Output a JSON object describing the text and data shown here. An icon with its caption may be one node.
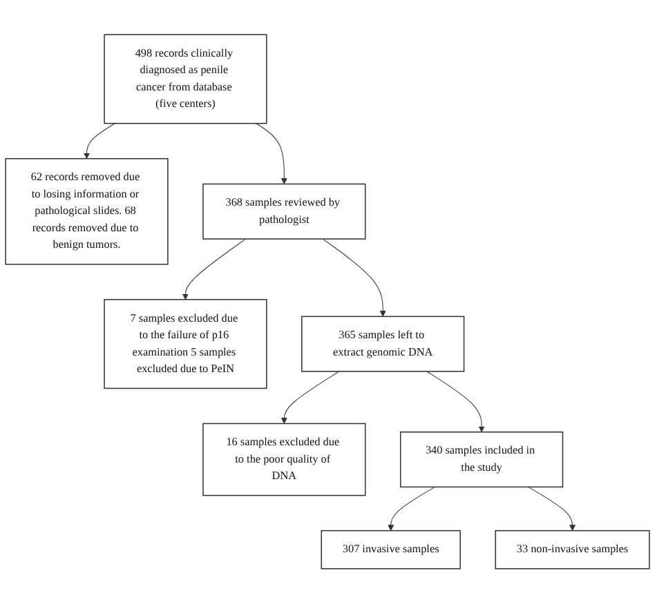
{
  "diagram": {
    "nodes": [
      {
        "text": [
          "498 records clinically diagnosed as penile cancer from database (five centers)"
        ]
      },
      {
        "text": [
          "62 records removed due to losing information or pathological slides. 68 records removed due to benign tumors."
        ]
      },
      {
        "text": [
          "368 samples reviewed by pathologist"
        ]
      },
      {
        "text": [
          "7 samples excluded due to the failure of p16 examination 5 samples excluded due to PeIN"
        ]
      },
      {
        "text": [
          "365 samples left to extract genomic DNA"
        ]
      },
      {
        "text": [
          "16 samples excluded due to the poor quality of DNA"
        ]
      },
      {
        "text": [
          "340 samples included in the study"
        ]
      },
      {
        "text": [
          "307 invasive samples"
        ]
      },
      {
        "text": [
          "33 non-invasive samples"
        ]
      }
    ],
    "edges": [
      {
        "from": 0,
        "to": 2,
        "arrow": "to"
      },
      {
        "from": 0,
        "to": 1,
        "arrow": "to"
      },
      {
        "from": 2,
        "to": 4,
        "arrow": "to"
      },
      {
        "from": 2,
        "to": 3,
        "arrow": "to"
      },
      {
        "from": 4,
        "to": 6,
        "arrow": "to"
      },
      {
        "from": 4,
        "to": 5,
        "arrow": "to"
      },
      {
        "from": 6,
        "to": 7,
        "arrow": "to"
      },
      {
        "from": 6,
        "to": 8,
        "arrow": "to"
      }
    ]
  }
}
